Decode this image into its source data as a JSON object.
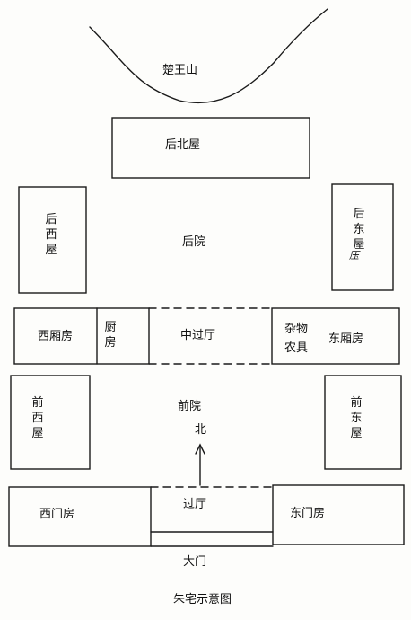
{
  "title": "朱宅示意图",
  "labels": {
    "hill": "楚王山",
    "rear_north": "后北屋",
    "rear_west": "后西屋",
    "rear_east": "后东屋",
    "rear_east_scribble": "压",
    "rear_yard": "后院",
    "west_wing": "西厢房",
    "kitchen": "厨房",
    "middle_hall": "中过厅",
    "storage": "杂物",
    "farm_tools": "农具",
    "east_wing": "东厢房",
    "front_west": "前西屋",
    "front_yard": "前院",
    "north": "北",
    "front_east": "前东屋",
    "west_gate": "西门房",
    "passage_hall": "过厅",
    "east_gate": "东门房",
    "main_gate": "大门"
  },
  "colors": {
    "ink": "#1a1a1a",
    "paper": "#fdfdfb"
  }
}
